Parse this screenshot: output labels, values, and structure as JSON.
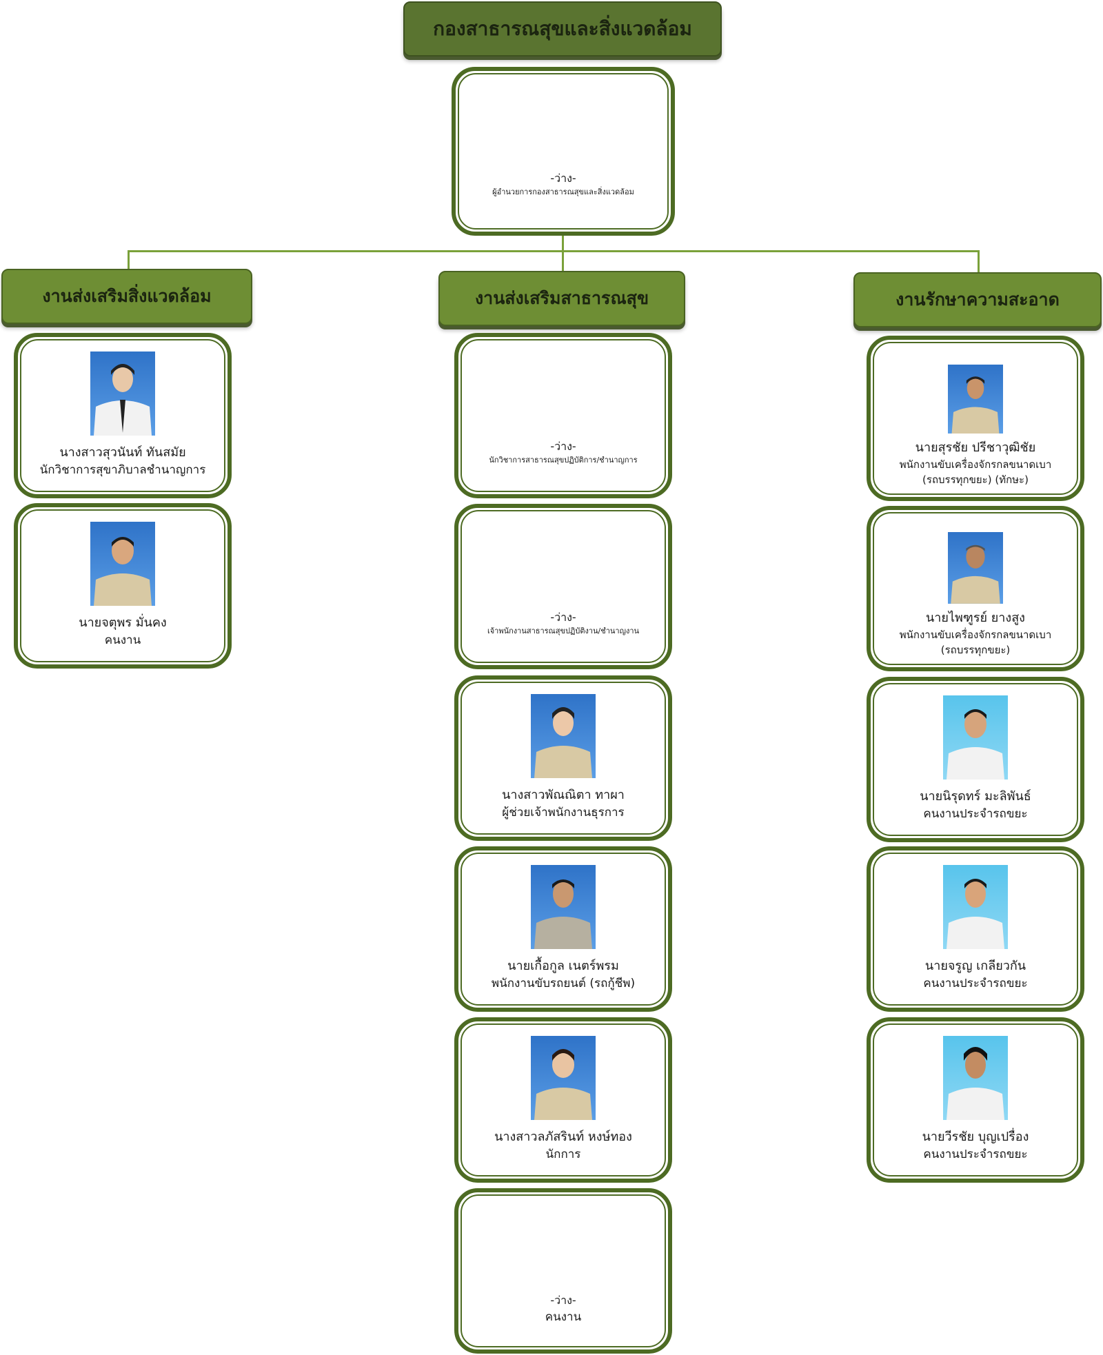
{
  "title": "กองสาธารณสุขและสิ่งแวดล้อม",
  "director": {
    "name": "-ว่าง-",
    "role": "ผู้อำนวยการกองสาธารณสุขและสิ่งแวดล้อม"
  },
  "sections": [
    {
      "title": "งานส่งเสริมสิ่งแวดล้อม",
      "members": [
        {
          "name": "นางสาวสุวนันท์  ทันสมัย",
          "role": "นักวิชาการสุขาภิบาลชำนาญการ"
        },
        {
          "name": "นายจตุพร  มั่นคง",
          "role": "คนงาน"
        }
      ]
    },
    {
      "title": "งานส่งเสริมสาธารณสุข",
      "members": [
        {
          "name": "-ว่าง-",
          "role": "นักวิชาการสาธารณสุขปฏิบัติการ/ชำนาญการ"
        },
        {
          "name": "-ว่าง-",
          "role": "เจ้าพนักงานสาธารณสุขปฏิบัติงาน/ชำนาญงาน"
        },
        {
          "name": "นางสาวพัณณิตา ทาผา",
          "role": "ผู้ช่วยเจ้าพนักงานธุรการ"
        },
        {
          "name": "นายเกื้อกูล  เนตร์พรม",
          "role": "พนักงานขับรถยนต์ (รถกู้ชีพ)"
        },
        {
          "name": "นางสาวลภัสรินท์  หงษ์ทอง",
          "role": "นักการ"
        },
        {
          "name": "-ว่าง-",
          "role": "คนงาน"
        }
      ]
    },
    {
      "title": "งานรักษาความสะอาด",
      "members": [
        {
          "name": "นายสุรชัย  ปรีชาวุฒิชัย",
          "role": "พนักงานขับเครื่องจักรกลขนาดเบา",
          "role2": "(รถบรรทุกขยะ) (ทักษะ)"
        },
        {
          "name": "นายไพฑูรย์  ยางสูง",
          "role": "พนักงานขับเครื่องจักรกลขนาดเบา",
          "role2": "(รถบรรทุกขยะ)"
        },
        {
          "name": "นายนิรุดทร์  มะลิพันธ์",
          "role": "คนงานประจำรถขยะ"
        },
        {
          "name": "นายจรูญ  เกลียวกัน",
          "role": "คนงานประจำรถขยะ"
        },
        {
          "name": "นายวีรชัย  บุญเปรื่อง",
          "role": "คนงานประจำรถขยะ"
        }
      ]
    }
  ]
}
